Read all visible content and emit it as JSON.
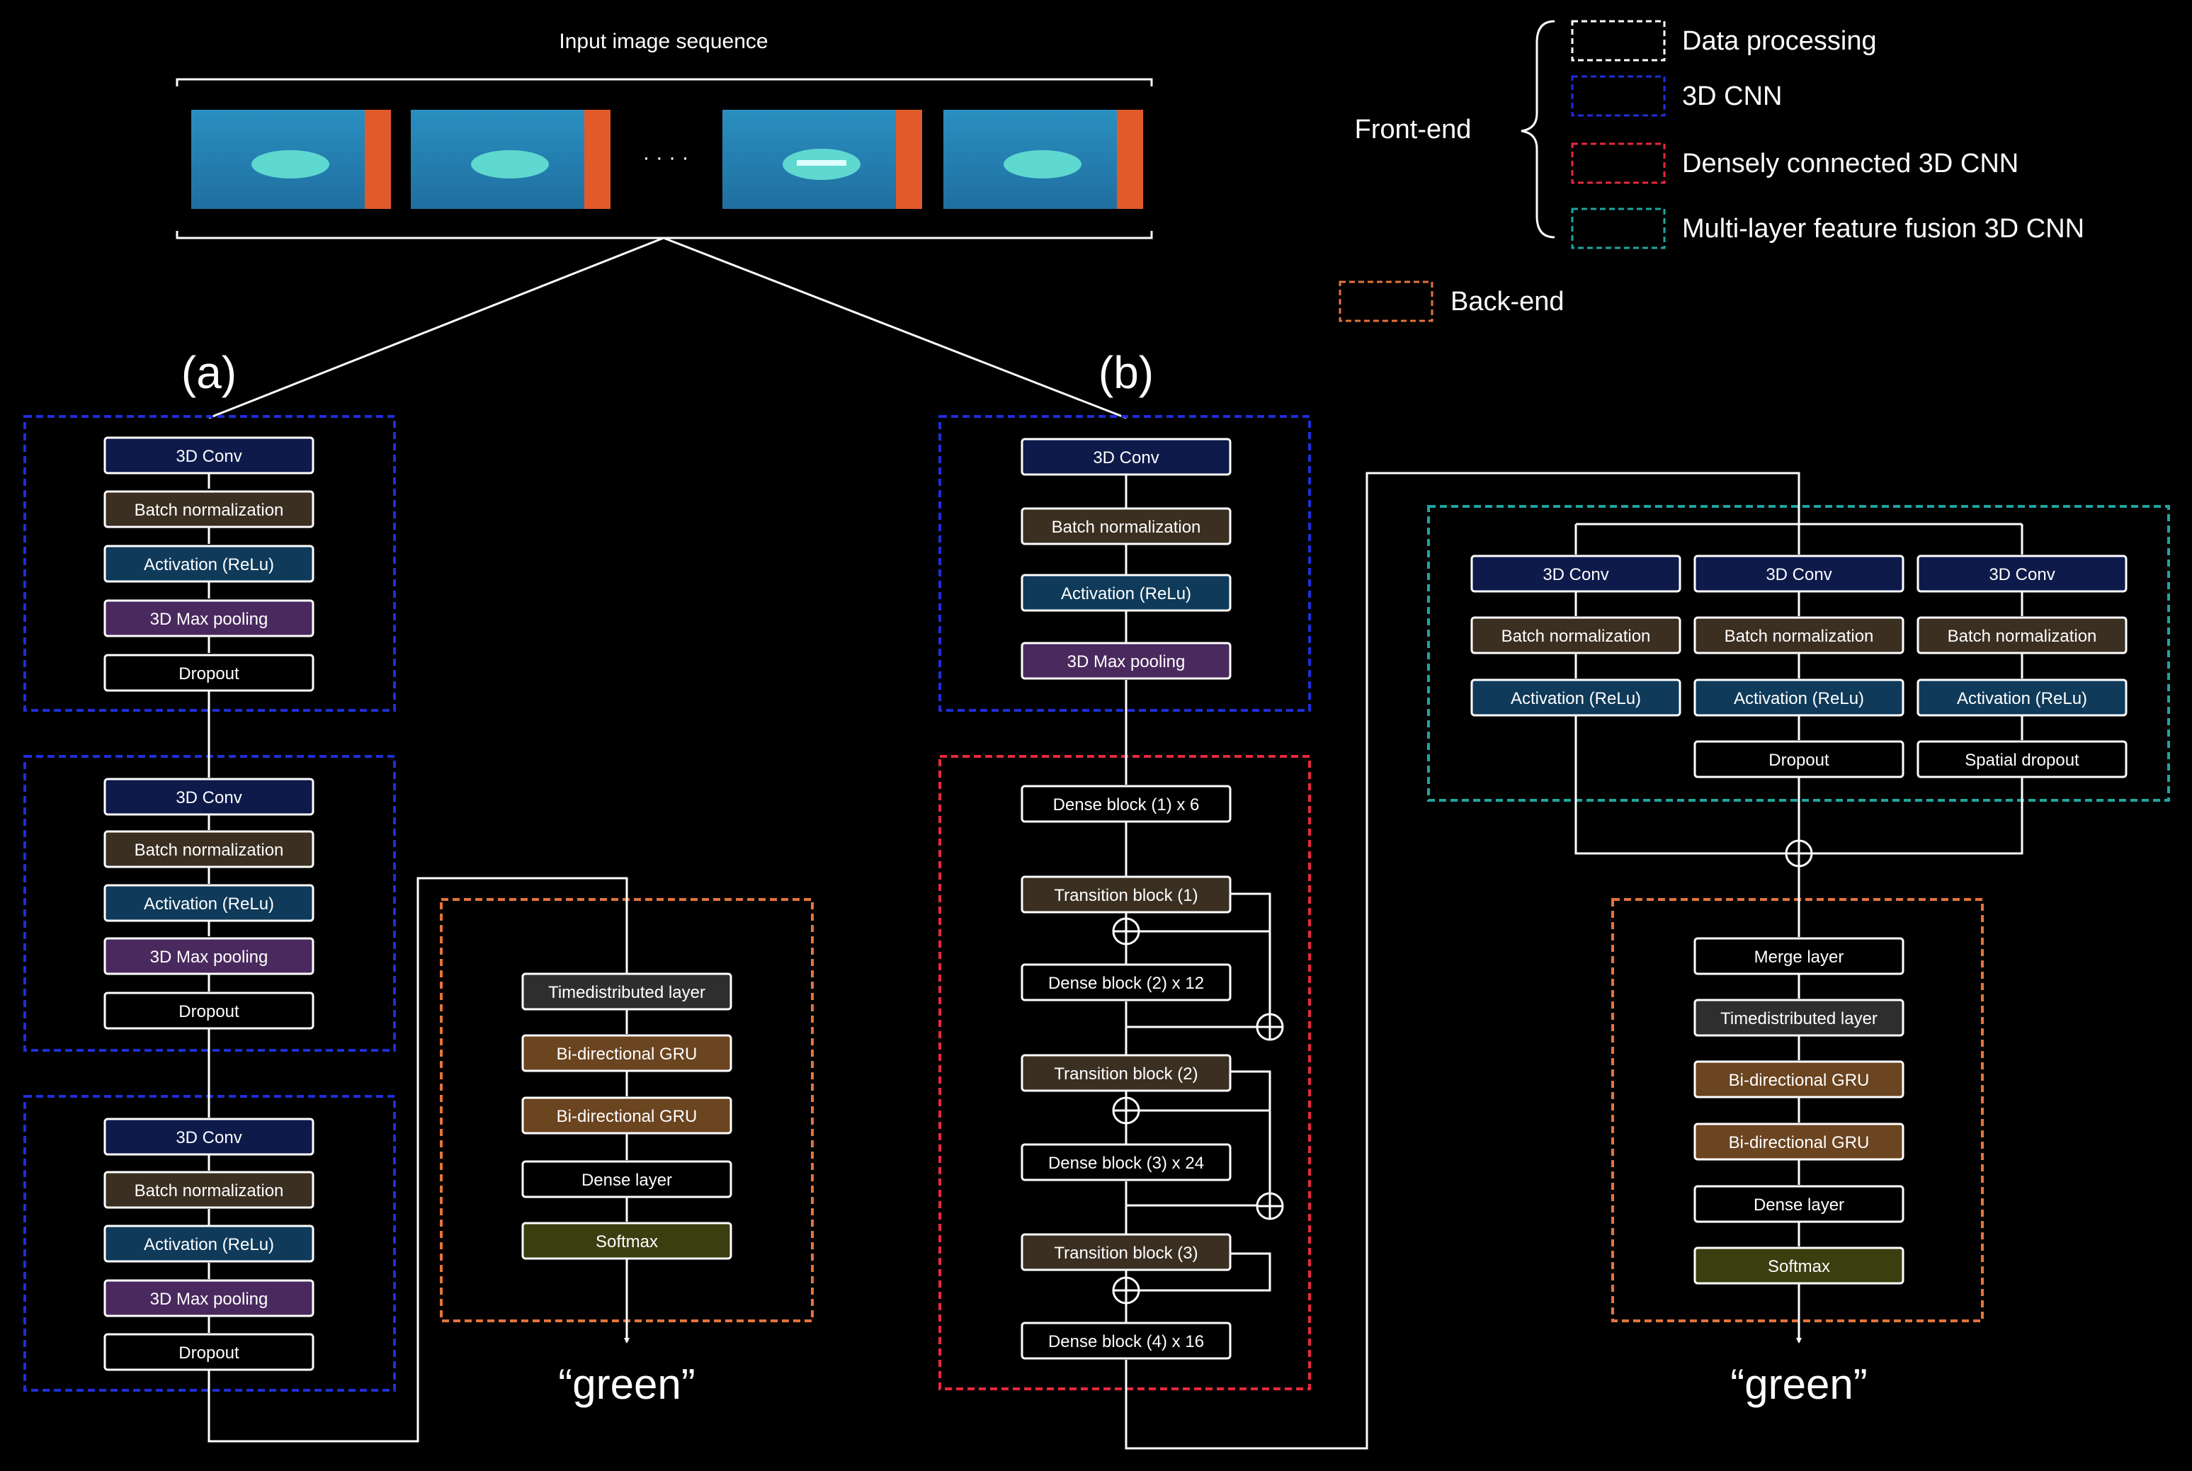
{
  "input": {
    "title": "Input image sequence",
    "ellipsis": "· · · ·"
  },
  "legend": {
    "front_end": "Front-end",
    "items": [
      {
        "label": "Data processing",
        "color": "#ffffff"
      },
      {
        "label": "3D CNN",
        "color": "#1e2fd8"
      },
      {
        "label": "Densely connected 3D CNN",
        "color": "#e8283c"
      },
      {
        "label": "Multi-layer feature fusion 3D CNN",
        "color": "#1fa5a0"
      },
      {
        "label": "Back-end",
        "color": "#e5743a"
      }
    ]
  },
  "panel_labels": {
    "a": "(a)",
    "b": "(b)"
  },
  "output_word": "“green”",
  "colors": {
    "conv": "#0d1a4a",
    "batch": "#3b2f22",
    "activation": "#0f3a5a",
    "pooling": "#4a2a5e",
    "plain": "#000000",
    "timedist": "#2e2e2e",
    "gru": "#6b4420",
    "softmax": "#3b3f10",
    "cnn_frame": "#1e2fd8",
    "dense_frame": "#e8283c",
    "fusion_frame": "#1fa5a0",
    "backend_frame": "#e5743a"
  },
  "blocks": {
    "conv": "3D Conv",
    "batch": "Batch normalization",
    "activation": "Activation (ReLu)",
    "pooling": "3D Max pooling",
    "dropout": "Dropout",
    "spatial_dropout": "Spatial dropout",
    "timedist": "Timedistributed layer",
    "gru": "Bi-directional GRU",
    "dense_layer": "Dense layer",
    "softmax": "Softmax",
    "merge": "Merge layer",
    "dense_block_1": "Dense block (1) x 6",
    "transition_1": "Transition block (1)",
    "dense_block_2": "Dense block (2) x 12",
    "transition_2": "Transition block (2)",
    "dense_block_3": "Dense block (3) x 24",
    "transition_3": "Transition block (3)",
    "dense_block_4": "Dense block (4) x 16"
  }
}
